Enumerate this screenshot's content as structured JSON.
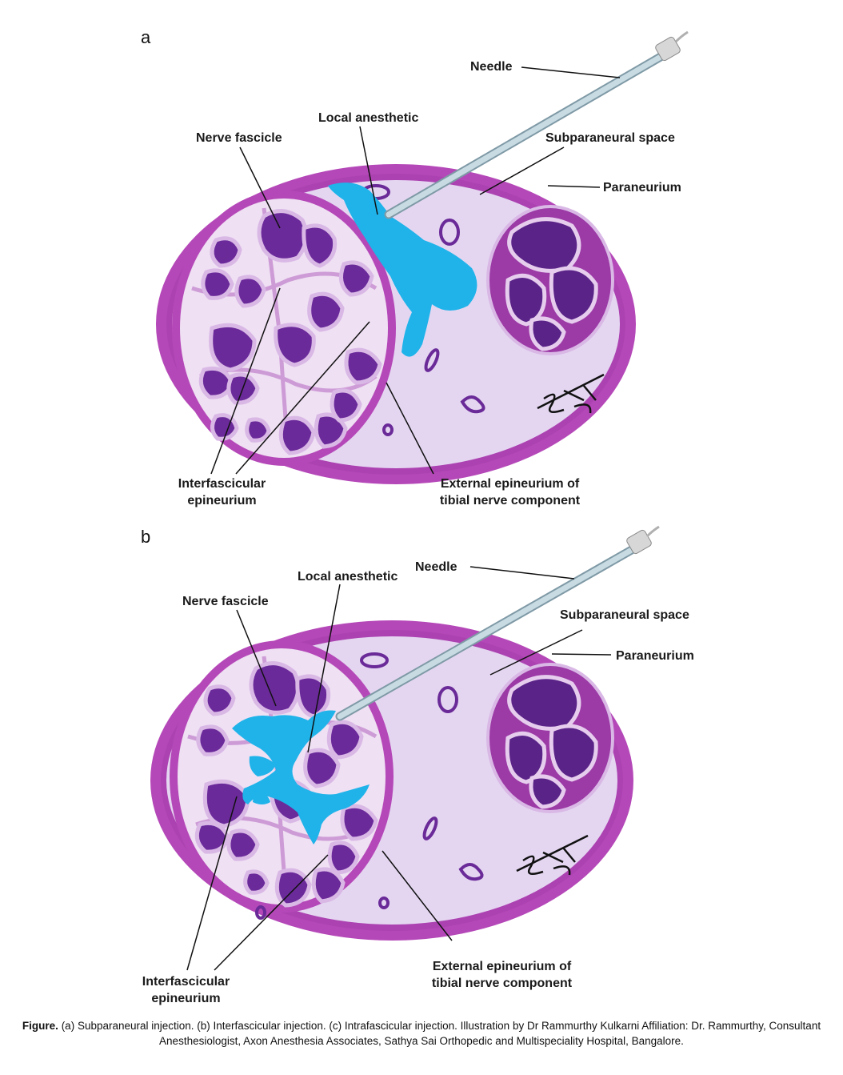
{
  "panels": [
    {
      "letter": "a",
      "labels": {
        "needle": "Needle",
        "local_anesthetic": "Local anesthetic",
        "nerve_fascicle": "Nerve fascicle",
        "subparaneural_space": "Subparaneural space",
        "paraneurium": "Paraneurium",
        "interfascicular_line1": "Interfascicular",
        "interfascicular_line2": "epineurium",
        "external_line1": "External epineurium of",
        "external_line2": "tibial nerve component"
      }
    },
    {
      "letter": "b",
      "labels": {
        "needle": "Needle",
        "local_anesthetic": "Local anesthetic",
        "nerve_fascicle": "Nerve fascicle",
        "subparaneural_space": "Subparaneural space",
        "paraneurium": "Paraneurium",
        "interfascicular_line1": "Interfascicular",
        "interfascicular_line2": "epineurium",
        "external_line1": "External epineurium of",
        "external_line2": "tibial nerve component"
      }
    }
  ],
  "caption": {
    "lead": "Figure.",
    "text": " (a) Subparaneural injection. (b) Interfascicular injection. (c) Intrafascicular injection. Illustration by Dr Rammurthy Kulkarni Affiliation: Dr. Rammurthy, Consultant Anesthesiologist, Axon Anesthesia Associates, Sathya Sai Orthopedic and Multispeciality Hospital, Bangalore."
  },
  "colors": {
    "outer_sheath": "#b548b8",
    "outer_sheath_dark": "#8a2a92",
    "subparaneural_fill": "#e4d6f1",
    "tibial_fill": "#efe0f3",
    "fascicle": "#6b2a9a",
    "fascicle_dark": "#4a1a78",
    "fascicle_rim": "#d9b8e6",
    "anesthetic": "#1fb3ea",
    "needle": "#b7ccd6",
    "vessel": "#6a2a98",
    "signature": "#111111"
  }
}
